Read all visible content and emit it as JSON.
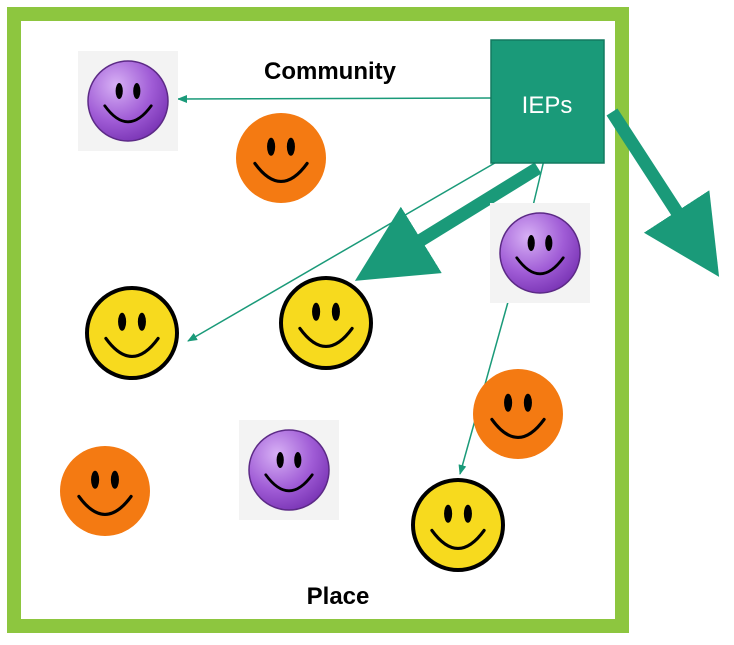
{
  "labels": {
    "community": "Community",
    "place": "Place",
    "ieps": "IEPs"
  },
  "colors": {
    "frame_green": "#8dc63f",
    "iep_box": "#1a9a79",
    "arrow": "#1a9a79",
    "purple_face": "#a05cd6",
    "orange_face": "#f47a12",
    "yellow_face": "#f7da1e",
    "face_features": "#000000"
  },
  "faces": [
    {
      "type": "purple",
      "name": "purple-smiley-top-left-icon"
    },
    {
      "type": "orange",
      "name": "orange-smiley-top-icon"
    },
    {
      "type": "purple",
      "name": "purple-smiley-right-icon"
    },
    {
      "type": "yellow",
      "name": "yellow-smiley-left-icon"
    },
    {
      "type": "yellow",
      "name": "yellow-smiley-center-icon"
    },
    {
      "type": "orange",
      "name": "orange-smiley-right-icon"
    },
    {
      "type": "purple",
      "name": "purple-smiley-bottom-icon"
    },
    {
      "type": "orange",
      "name": "orange-smiley-bottom-left-icon"
    },
    {
      "type": "yellow",
      "name": "yellow-smiley-bottom-icon"
    }
  ]
}
